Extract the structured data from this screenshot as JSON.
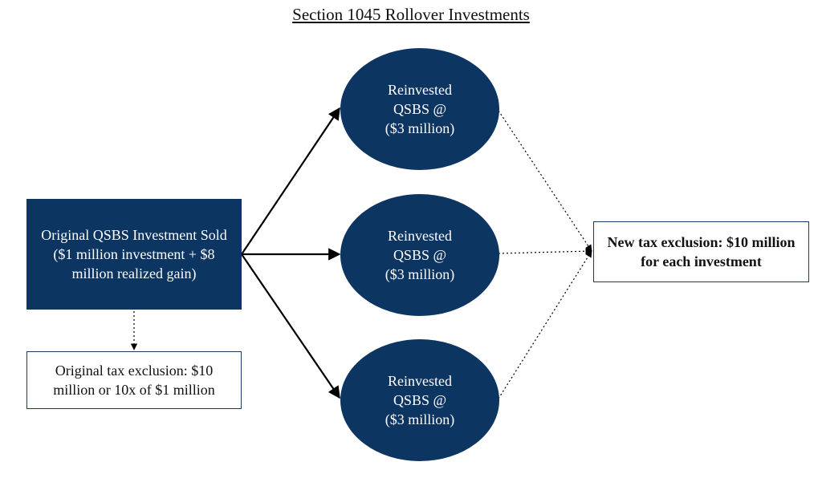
{
  "title": "Section 1045 Rollover Investments",
  "original_investment": "Original QSBS Investment Sold ($1 million investment + $8 million realized gain)",
  "original_exclusion": "Original tax exclusion: $10 million or 10x of $1 million",
  "reinvestments": [
    {
      "label": "Reinvested\nQSBS @\n($3 million)"
    },
    {
      "label": "Reinvested\nQSBS @\n($3 million)"
    },
    {
      "label": "Reinvested\nQSBS @\n($3 million)"
    }
  ],
  "new_exclusion": "New tax exclusion: $10 million for each investment",
  "colors": {
    "node_fill": "#0d3562",
    "border": "#1f3a5f"
  }
}
